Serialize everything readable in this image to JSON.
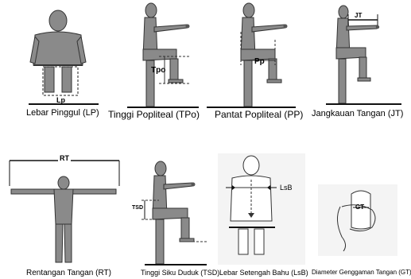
{
  "figures": [
    {
      "id": "lp",
      "caption": "Lebar Pinggul (LP)",
      "marker": "Lp"
    },
    {
      "id": "tpo",
      "caption": "Tinggi Popliteal (TPo)",
      "marker": "Tpo"
    },
    {
      "id": "pp",
      "caption": "Pantat Popliteal (PP)",
      "marker": "Pp"
    },
    {
      "id": "jt",
      "caption": "Jangkauan Tangan (JT)",
      "marker": "JT"
    },
    {
      "id": "rt",
      "caption": "Rentangan Tangan (RT)",
      "marker": "RT"
    },
    {
      "id": "tsd",
      "caption": "Tinggi Siku Duduk (TSD)",
      "marker": "TSD"
    },
    {
      "id": "lsb",
      "caption": "Lebar Setengah Bahu (LsB)",
      "marker": "LsB"
    },
    {
      "id": "gt",
      "caption": "Diameter Genggaman Tangan (GT)",
      "marker": "GT"
    }
  ]
}
